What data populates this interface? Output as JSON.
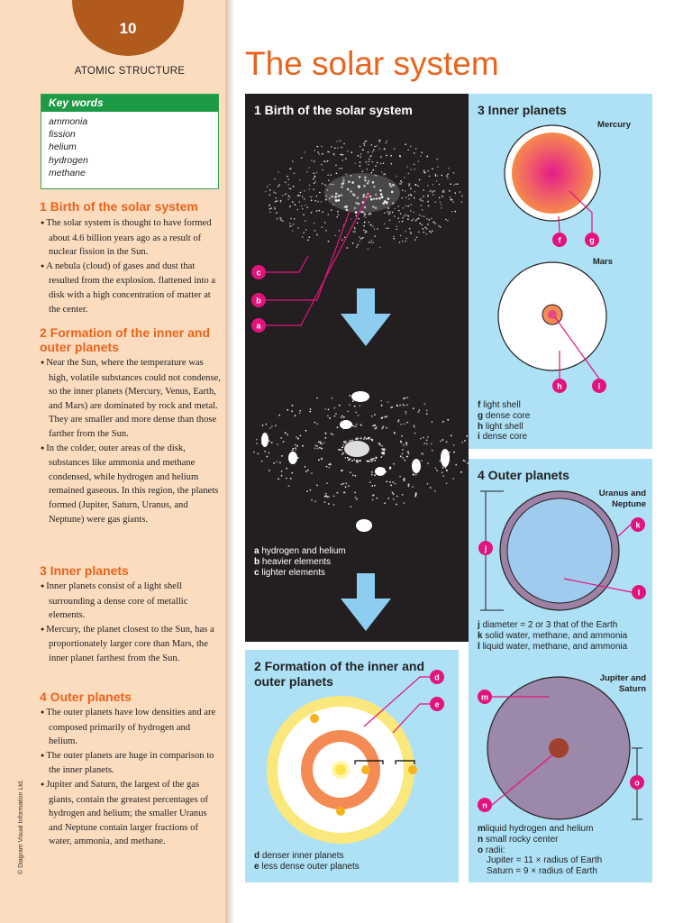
{
  "page": {
    "number": "10",
    "section": "ATOMIC STRUCTURE",
    "title": "The solar system",
    "copyright": "© Diagram Visual Information Ltd."
  },
  "keywords": {
    "heading": "Key words",
    "items": [
      "ammonia",
      "fission",
      "helium",
      "hydrogen",
      "methane"
    ]
  },
  "sidebar": {
    "s1": {
      "heading": "1 Birth of the solar system",
      "bullets": [
        "The solar system is thought to have formed about 4.6 billion years ago as a result of nuclear fission in the Sun.",
        "A nebula (cloud) of gases and dust that resulted from the explosion. flattened into a disk with a high concentration of matter at the center."
      ]
    },
    "s2": {
      "heading": "2 Formation of the inner and outer planets",
      "bullets": [
        "Near the Sun, where the temperature was high, volatile substances could not condense, so the inner planets (Mercury, Venus, Earth, and Mars) are dominated by rock and metal. They are smaller and more dense than those farther from the Sun.",
        "In the colder, outer areas of the disk, substances like ammonia and methane condensed, while hydrogen and helium remained gaseous. In this region, the planets formed (Jupiter, Saturn, Uranus, and Neptune) were gas giants."
      ]
    },
    "s3": {
      "heading": "3 Inner planets",
      "bullets": [
        "Inner planets consist of a light shell surrounding a dense core of metallic elements.",
        "Mercury, the planet closest to the Sun, has a proportionately larger core than Mars, the inner planet farthest from the Sun."
      ]
    },
    "s4": {
      "heading": "4 Outer planets",
      "bullets": [
        "The outer planets have low densities and are composed primarily of hydrogen and helium.",
        "The outer planets are huge in comparison to the inner planets.",
        "Jupiter and Saturn, the largest of the gas giants, contain the greatest percentages of hydrogen and helium; the smaller Uranus and Neptune contain larger fractions of water, ammonia, and methane."
      ]
    }
  },
  "panel1": {
    "heading": "1 Birth of the solar system",
    "legend": [
      {
        "key": "a",
        "text": "hydrogen and helium"
      },
      {
        "key": "b",
        "text": "heavier elements"
      },
      {
        "key": "c",
        "text": "lighter elements"
      }
    ]
  },
  "panel2": {
    "heading": "2 Formation of the inner and outer planets",
    "legend": [
      {
        "key": "d",
        "text": "denser inner planets"
      },
      {
        "key": "e",
        "text": "less dense outer planets"
      }
    ]
  },
  "panel3": {
    "heading": "3 Inner planets",
    "mercury": "Mercury",
    "mars": "Mars",
    "legend": [
      {
        "key": "f",
        "text": "light shell"
      },
      {
        "key": "g",
        "text": "dense core"
      },
      {
        "key": "h",
        "text": "light shell"
      },
      {
        "key": "i",
        "text": "dense core"
      }
    ]
  },
  "panel4": {
    "heading": "4 Outer planets",
    "uranus": "Uranus and Neptune",
    "jupiter": "Jupiter and Saturn",
    "legend1": [
      {
        "key": "j",
        "text": "diameter = 2 or 3 that of the Earth"
      },
      {
        "key": "k",
        "text": "solid water, methane, and ammonia"
      },
      {
        "key": "l",
        "text": "liquid water, methane, and ammonia"
      }
    ],
    "legend2": [
      {
        "key": "m",
        "text": "liquid hydrogen and helium"
      },
      {
        "key": "n",
        "text": "small rocky center"
      },
      {
        "key": "o",
        "text": "radii:"
      }
    ],
    "radii": [
      "Jupiter = 11 × radius of Earth",
      "Saturn = 9 × radius of Earth"
    ]
  },
  "colors": {
    "accent": "#e8641c",
    "label": "#e2147c",
    "panel_blue": "#aee0f6",
    "key_green": "#1d9a45"
  }
}
